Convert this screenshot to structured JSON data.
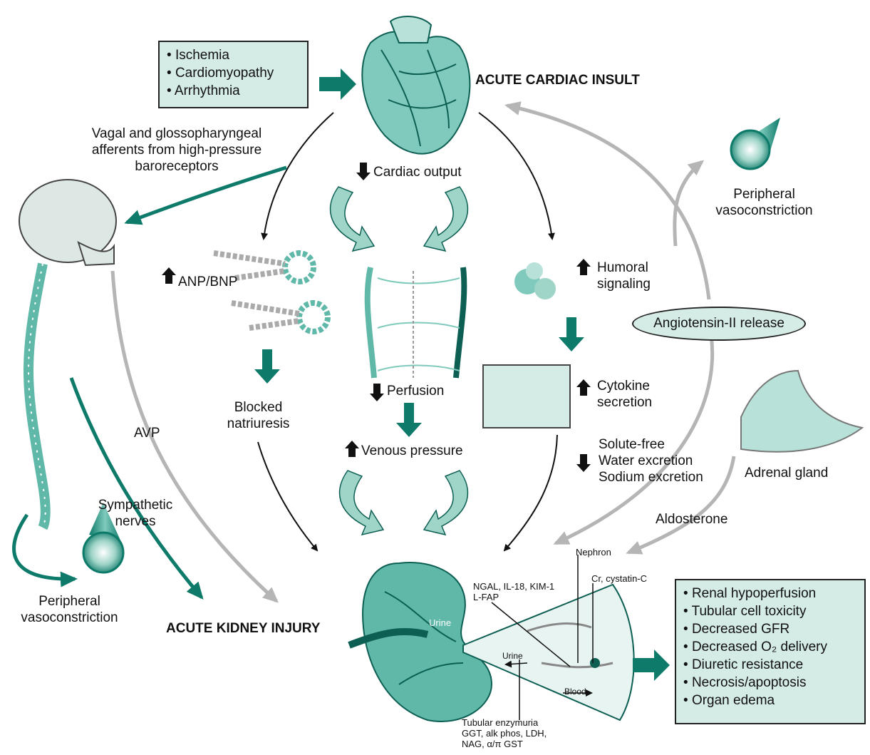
{
  "insult_box": {
    "items": [
      "Ischemia",
      "Cardiomyopathy",
      "Arrhythmia"
    ]
  },
  "acute_cardiac_insult": "ACUTE CARDIAC INSULT",
  "acute_kidney_injury": "ACUTE KIDNEY INJURY",
  "vagal_afferents": [
    "Vagal and glossopharyngeal",
    "afferents from high-pressure",
    "baroreceptors"
  ],
  "cardiac_output": "Cardiac output",
  "anp_bnp": "ANP/BNP",
  "perfusion": "Perfusion",
  "blocked_natriuresis": [
    "Blocked",
    "natriuresis"
  ],
  "venous_pressure": "Venous pressure",
  "humoral_signaling": [
    "Humoral",
    "signaling"
  ],
  "cytokine_secretion": [
    "Cytokine",
    "secretion"
  ],
  "solute_free": [
    "Solute-free",
    "Water excretion",
    "Sodium excretion"
  ],
  "peripheral_vasoconstriction_top": [
    "Peripheral",
    "vasoconstriction"
  ],
  "peripheral_vasoconstriction_bottom": [
    "Peripheral",
    "vasoconstriction"
  ],
  "angiotensin": "Angiotensin-II release",
  "adrenal_gland": "Adrenal gland",
  "aldosterone": "Aldosterone",
  "avp": "AVP",
  "sympathetic_nerves": [
    "Sympathetic",
    "nerves"
  ],
  "nephron": "Nephron",
  "biomarkers_1": [
    "NGAL, IL-18, KIM-1",
    "L-FAP"
  ],
  "biomarkers_2": "Cr, cystatin-C",
  "urine_kidney": "Urine",
  "urine_inset": "Urine",
  "blood_inset": "Blood",
  "tubular_enzymuria": [
    "Tubular enzymuria",
    "GGT, alk phos, LDH,",
    "NAG, α/π GST"
  ],
  "outcome_box": {
    "items": [
      "Renal hypoperfusion",
      "Tubular cell toxicity",
      "Decreased GFR",
      "Decreased O₂ delivery",
      "Diuretic resistance",
      "Necrosis/apoptosis",
      "Organ edema"
    ]
  },
  "colors": {
    "teal_dark": "#0d7a6a",
    "teal_mid": "#5fb8a8",
    "teal_light": "#d5ebe6",
    "gray_arrow": "#b5b5b5"
  }
}
